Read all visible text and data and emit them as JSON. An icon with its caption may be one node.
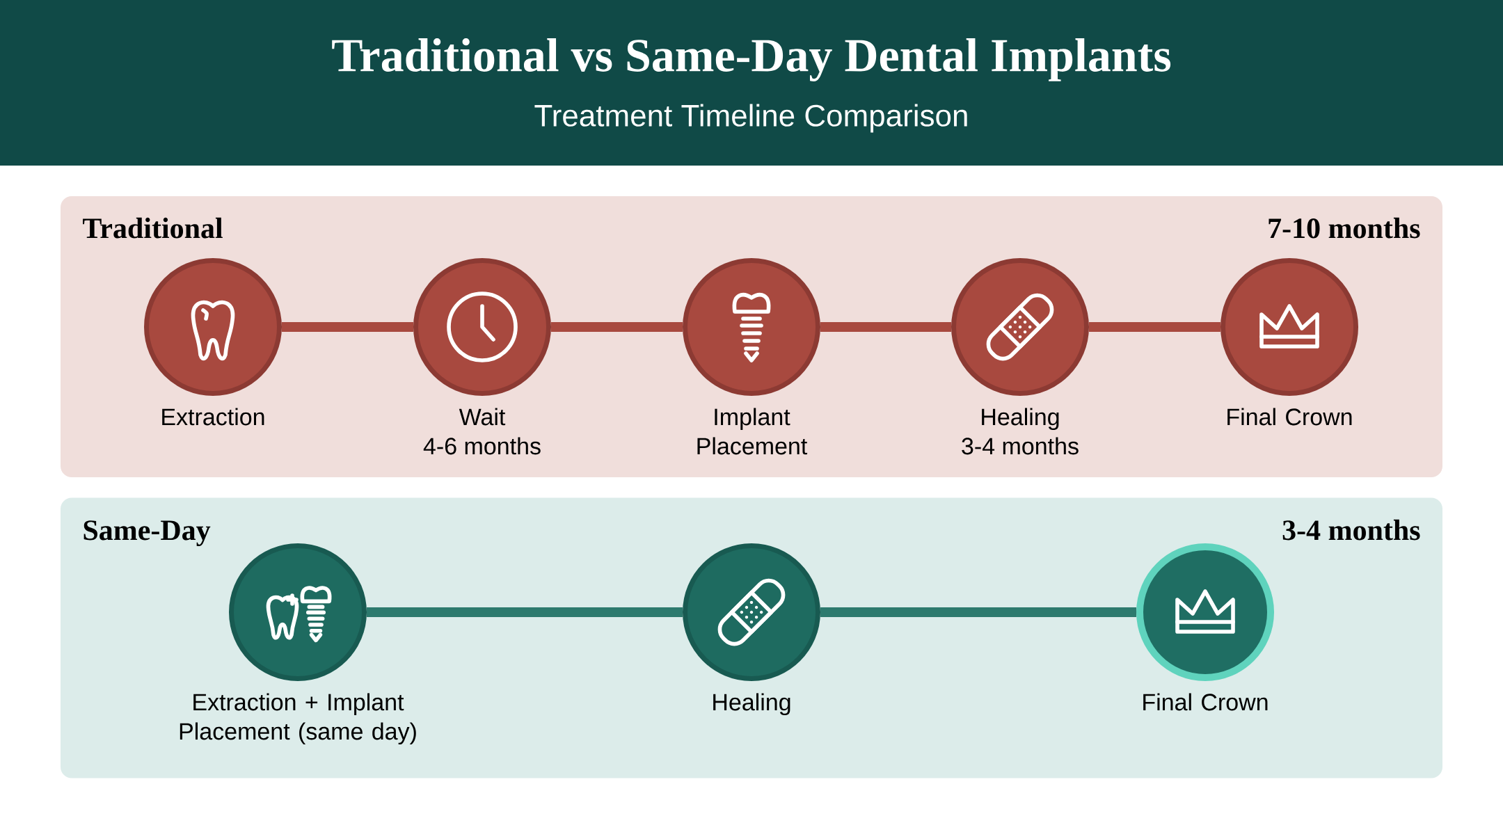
{
  "diagram": {
    "title": "Traditional vs Same-Day Dental Implants",
    "nodes": [
      {
        "text": [
          "Traditional",
          "7-10 months"
        ]
      },
      {
        "text": [
          "Extraction"
        ],
        "in": 0
      },
      {
        "text": [
          "Wait"
        ],
        "beside": [
          "4-6 months"
        ],
        "in": 0
      },
      {
        "text": [
          "Implant Placement"
        ],
        "in": 0
      },
      {
        "text": [
          "Healing"
        ],
        "beside": [
          "3-4 months"
        ],
        "in": 0
      },
      {
        "text": [
          "Final Crown"
        ],
        "in": 0
      },
      {
        "text": [
          "Same-Day",
          "3-4 months"
        ]
      },
      {
        "text": [
          "Extraction + Implant Placement (same day)"
        ],
        "in": 6
      },
      {
        "text": [
          "Healing"
        ],
        "in": 6
      },
      {
        "text": [
          "Final Crown"
        ],
        "in": 6
      }
    ],
    "edges": [
      {
        "from": 1,
        "to": 2,
        "arrow": "none"
      },
      {
        "from": 2,
        "to": 3,
        "arrow": "none"
      },
      {
        "from": 3,
        "to": 4,
        "arrow": "none"
      },
      {
        "from": 4,
        "to": 5,
        "arrow": "none"
      },
      {
        "from": 7,
        "to": 8,
        "arrow": "none",
        "color": "#2d7a6e"
      },
      {
        "from": 8,
        "to": 9,
        "arrow": "none",
        "color": "#2d7a6e"
      }
    ],
    "labels": [
      "Treatment Timeline Comparison"
    ]
  }
}
